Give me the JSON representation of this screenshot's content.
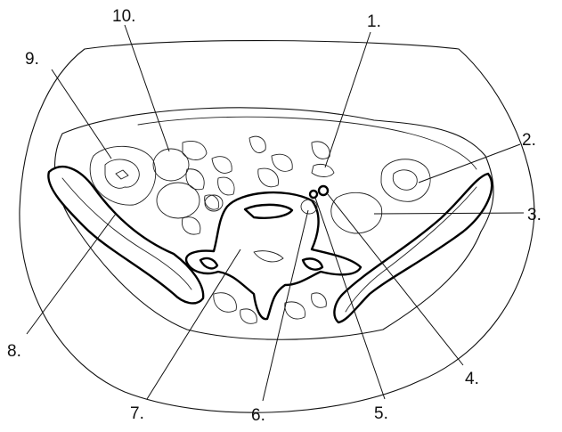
{
  "labels": [
    {
      "id": "1",
      "text": "1."
    },
    {
      "id": "2",
      "text": "2."
    },
    {
      "id": "3",
      "text": "3."
    },
    {
      "id": "4",
      "text": "4."
    },
    {
      "id": "5",
      "text": "5."
    },
    {
      "id": "6",
      "text": "6."
    },
    {
      "id": "7",
      "text": "7."
    },
    {
      "id": "8",
      "text": "8."
    },
    {
      "id": "9",
      "text": "9."
    },
    {
      "id": "10",
      "text": "10."
    }
  ]
}
